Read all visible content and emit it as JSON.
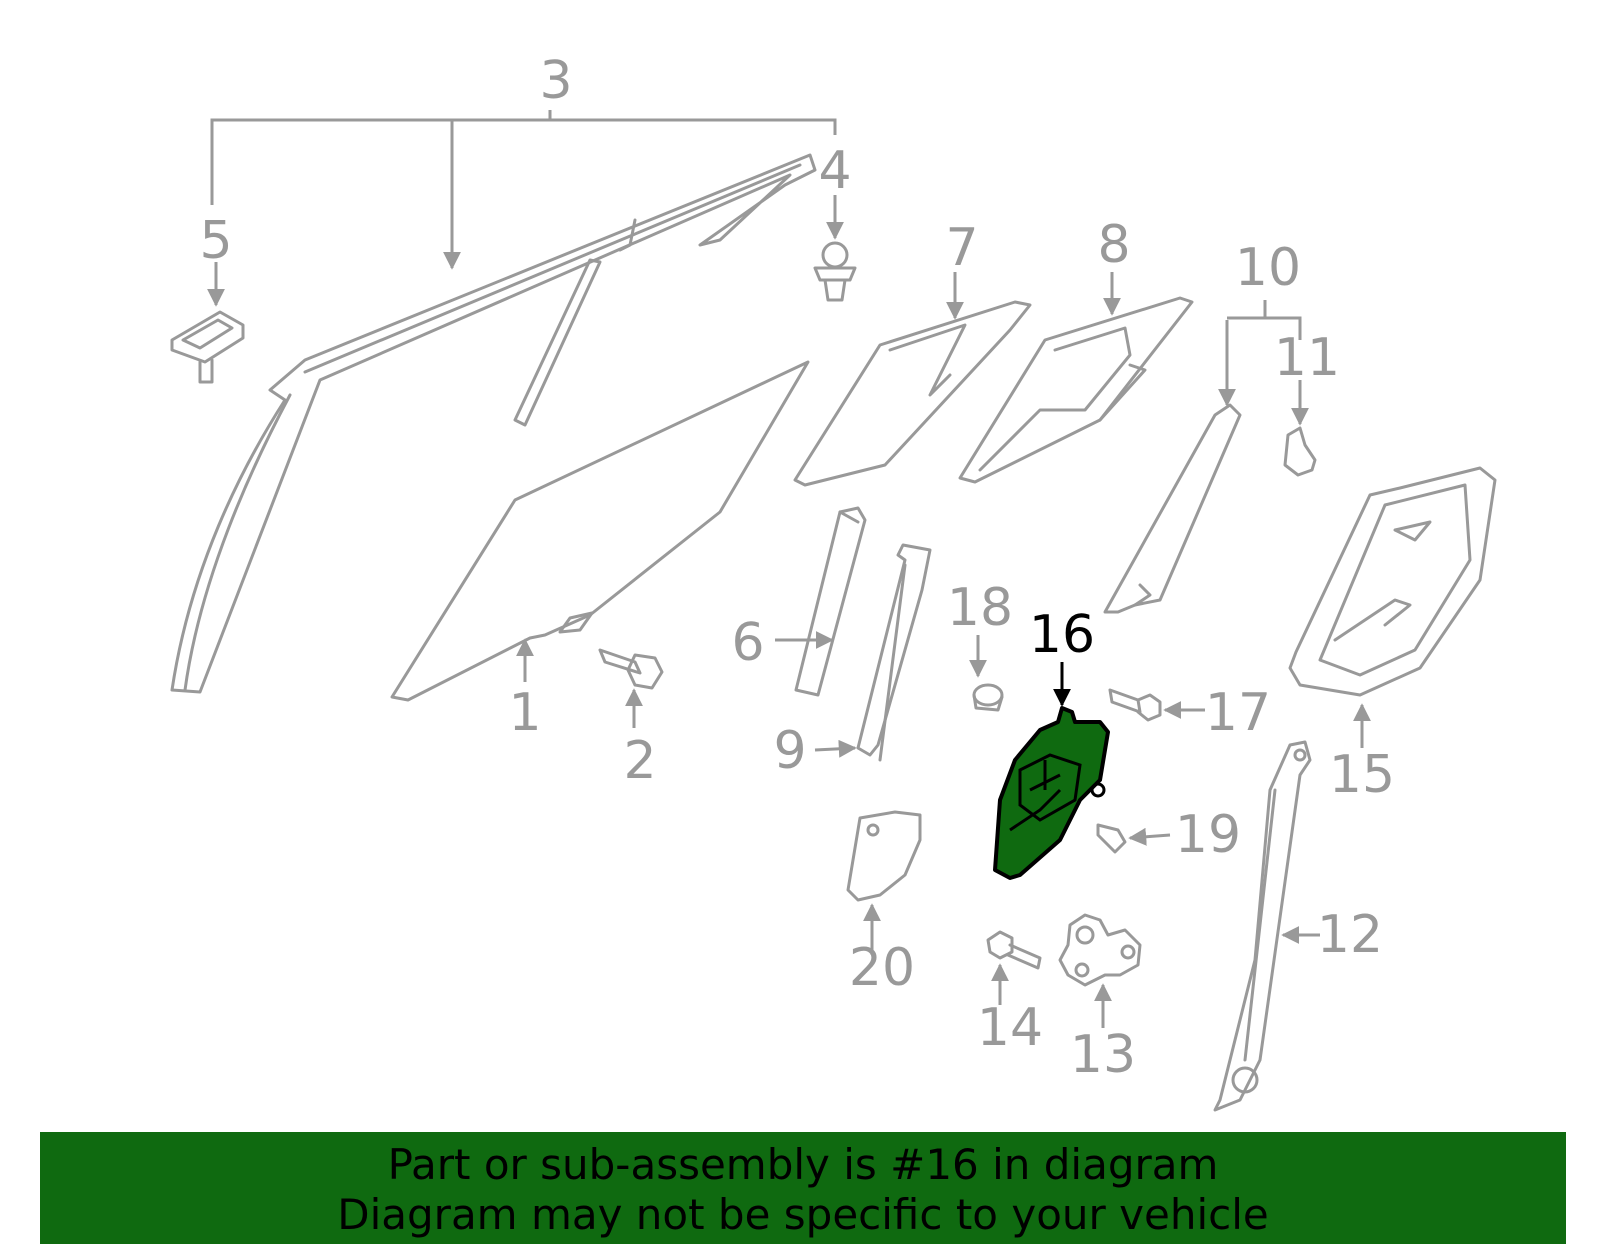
{
  "diagram": {
    "callouts": [
      "1",
      "2",
      "3",
      "4",
      "5",
      "6",
      "7",
      "8",
      "9",
      "10",
      "11",
      "12",
      "13",
      "14",
      "15",
      "16",
      "17",
      "18",
      "19",
      "20"
    ],
    "highlighted_callout": "16",
    "colors": {
      "parts": "#999999",
      "highlight_fill": "#0f6a10",
      "highlight_label": "#000000",
      "banner_bg": "#0f6a10"
    }
  },
  "banner": {
    "line1": "Part or sub-assembly is #16 in diagram",
    "line2": "Diagram may not be specific to your vehicle"
  }
}
